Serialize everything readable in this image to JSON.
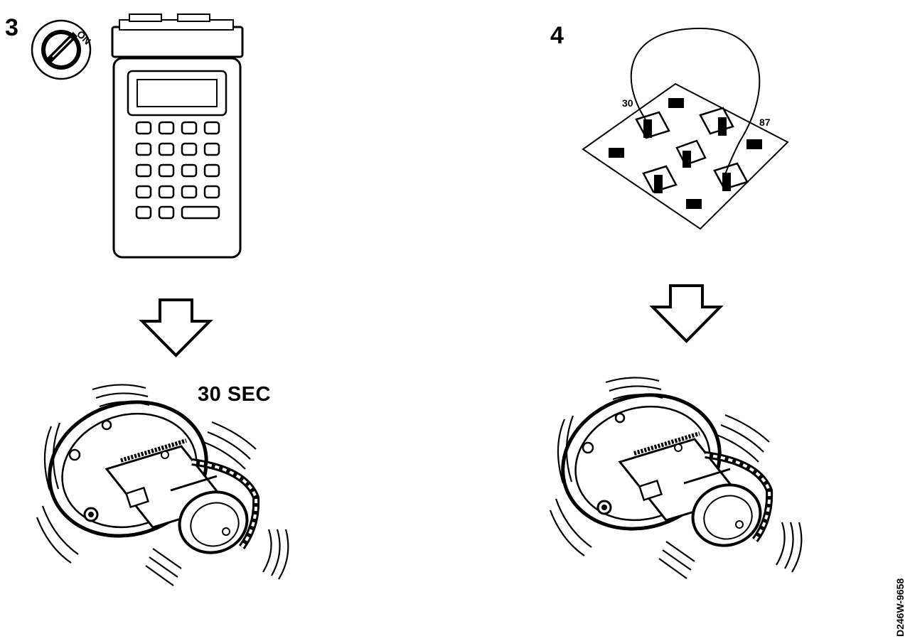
{
  "steps": {
    "left_number": "3",
    "right_number": "4"
  },
  "labels": {
    "key_on": "ON",
    "duration": "30 SEC",
    "relay_pin_a": "30",
    "relay_pin_b": "87"
  },
  "figure_code": "D246W-9658",
  "icons": {
    "ignition_key": "ignition-key-icon",
    "scan_tool": "handheld-scan-tool-icon",
    "relay_socket": "relay-socket-icon",
    "down_arrow": "down-arrow-icon",
    "air_pump": "vibrating-air-pump-icon"
  },
  "colors": {
    "ink": "#000000",
    "paper": "#ffffff"
  }
}
